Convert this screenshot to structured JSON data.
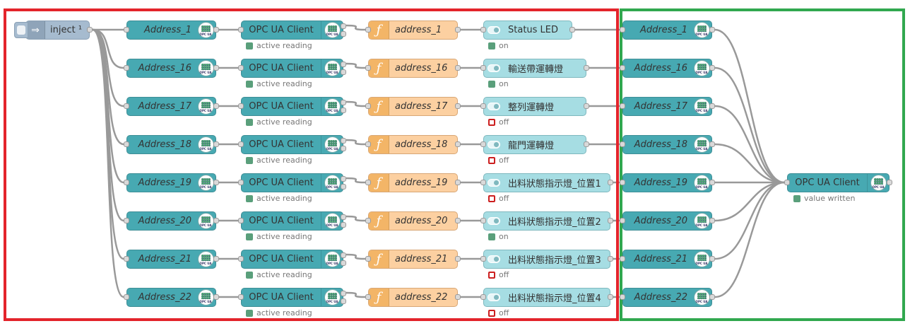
{
  "colors": {
    "teal": "#47a9b2",
    "function": "#fcd0a1",
    "ui": "#a6dde3",
    "inject": "#a6bbcf",
    "frame_left": "#e3242b",
    "frame_right": "#31a84f",
    "status_on": "#5a9f7b",
    "status_off": "#cc1f1f"
  },
  "inject": {
    "label": "inject ¹"
  },
  "rows": [
    {
      "address": "Address_1",
      "client": "OPC UA Client",
      "client_status": "active reading",
      "function": "address_1",
      "ui": "Status LED",
      "ui_status": "on",
      "ui_state": "on",
      "write_address": "Address_1"
    },
    {
      "address": "Address_16",
      "client": "OPC UA Client",
      "client_status": "active reading",
      "function": "address_16",
      "ui": "輸送帶運轉燈",
      "ui_status": "on",
      "ui_state": "on",
      "write_address": "Address_16"
    },
    {
      "address": "Address_17",
      "client": "OPC UA Client",
      "client_status": "active reading",
      "function": "address_17",
      "ui": "整列運轉燈",
      "ui_status": "off",
      "ui_state": "off",
      "write_address": "Address_17"
    },
    {
      "address": "Address_18",
      "client": "OPC UA Client",
      "client_status": "active reading",
      "function": "address_18",
      "ui": "龍門運轉燈",
      "ui_status": "off",
      "ui_state": "off",
      "write_address": "Address_18"
    },
    {
      "address": "Address_19",
      "client": "OPC UA Client",
      "client_status": "active reading",
      "function": "address_19",
      "ui": "出料狀態指示燈_位置1",
      "ui_status": "off",
      "ui_state": "off",
      "write_address": "Address_19"
    },
    {
      "address": "Address_20",
      "client": "OPC UA Client",
      "client_status": "active reading",
      "function": "address_20",
      "ui": "出料狀態指示燈_位置2",
      "ui_status": "on",
      "ui_state": "on",
      "write_address": "Address_20"
    },
    {
      "address": "Address_21",
      "client": "OPC UA Client",
      "client_status": "active reading",
      "function": "address_21",
      "ui": "出料狀態指示燈_位置3",
      "ui_status": "off",
      "ui_state": "off",
      "write_address": "Address_21"
    },
    {
      "address": "Address_22",
      "client": "OPC UA Client",
      "client_status": "active reading",
      "function": "address_22",
      "ui": "出料狀態指示燈_位置4",
      "ui_status": "off",
      "ui_state": "off",
      "write_address": "Address_22"
    }
  ],
  "writer": {
    "label": "OPC UA Client",
    "status": "value written"
  }
}
